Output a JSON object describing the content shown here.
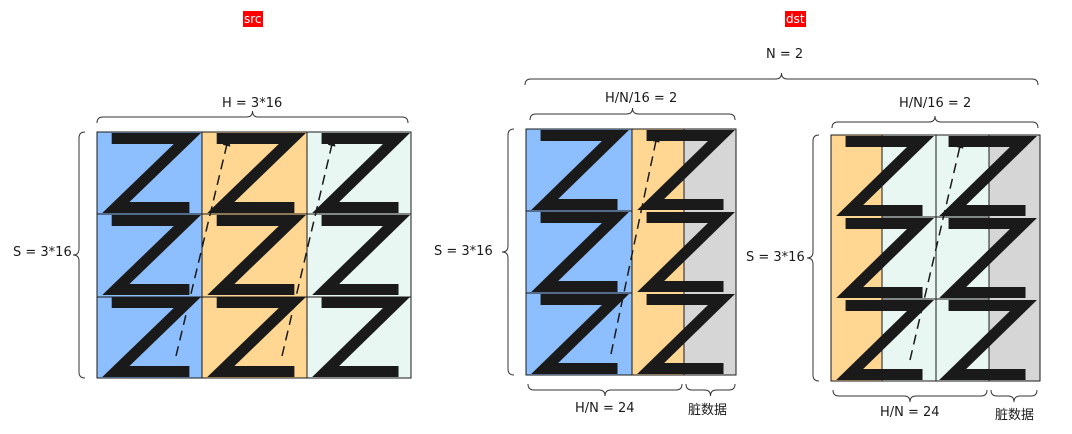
{
  "colors": {
    "blue": "#8dbefe",
    "orange": "#ffd793",
    "mint": "#e8f7f2",
    "gray": "#d6d6d6",
    "z_stroke": "#1a1a1a",
    "tag_bg": "#ff0000",
    "cell_border": "#1a1a1a"
  },
  "src": {
    "tag": "src",
    "width_label": "H = 3*16",
    "height_label": "S = 3*16"
  },
  "dst": {
    "tag": "dst",
    "n_label": "N = 2",
    "block1": {
      "width_label": "H/N/16 = 2",
      "height_label": "S = 3*16",
      "bottom_label": "H/N = 24",
      "dirty_label": "脏数据"
    },
    "block2": {
      "width_label": "H/N/16 = 2",
      "height_label": "S = 3*16",
      "bottom_label": "H/N = 24",
      "dirty_label": "脏数据"
    }
  }
}
